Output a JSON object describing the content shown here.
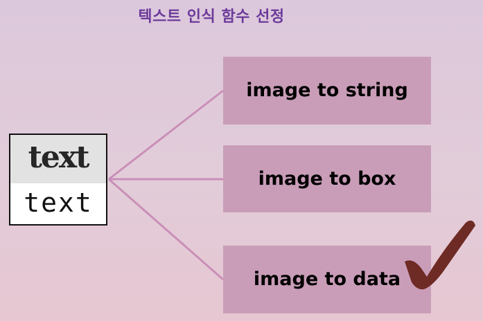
{
  "title": "텍스트 인식 함수 선정",
  "logo": {
    "stylized_text": "text",
    "plain_text": "text"
  },
  "functions": [
    {
      "label": "image to string",
      "selected": false
    },
    {
      "label": "image to box",
      "selected": false
    },
    {
      "label": "image to data",
      "selected": true
    }
  ],
  "colors": {
    "title": "#6b3a9a",
    "box_fill": "#c99db8",
    "connector": "#c98fb8",
    "checkmark": "#6e2a24"
  },
  "icons": {
    "checkmark": "check-mark-icon"
  }
}
